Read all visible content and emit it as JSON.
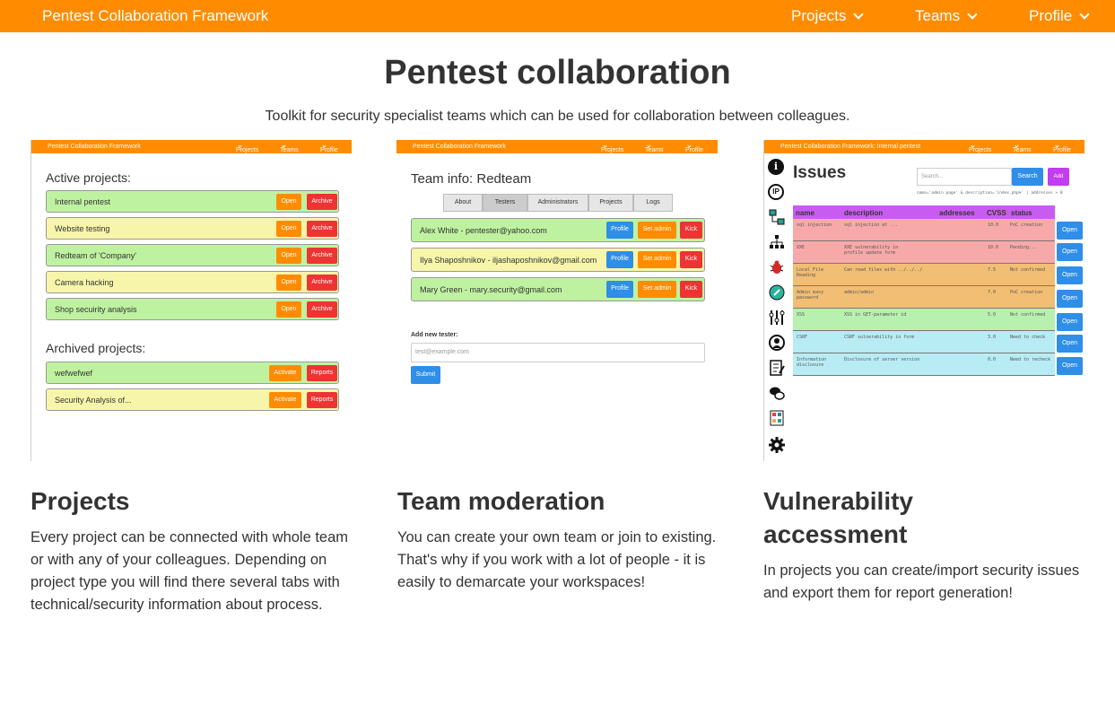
{
  "navbar": {
    "brand": "Pentest Collaboration Framework",
    "items": [
      {
        "label": "Projects"
      },
      {
        "label": "Teams"
      },
      {
        "label": "Profile"
      }
    ]
  },
  "hero": {
    "title": "Pentest collaboration",
    "subtitle": "Toolkit for security specialist teams which can be used for collaboration between colleagues."
  },
  "shot1": {
    "nav_brand": "Pentest Collaboration Framework",
    "nav_items": [
      "Projects",
      "Teams",
      "Profile"
    ],
    "active_title": "Active projects:",
    "active": [
      {
        "name": "Internal pentest",
        "a": "Open",
        "b": "Archive"
      },
      {
        "name": "Website testing",
        "a": "Open",
        "b": "Archive"
      },
      {
        "name": "Redteam of 'Company'",
        "a": "Open",
        "b": "Archive"
      },
      {
        "name": "Camera hacking",
        "a": "Open",
        "b": "Archive"
      },
      {
        "name": "Shop secuirity analysis",
        "a": "Open",
        "b": "Archive"
      }
    ],
    "archived_title": "Archived projects:",
    "archived": [
      {
        "name": "wefwefwef",
        "a": "Activate",
        "b": "Reports"
      },
      {
        "name": "Security Analysis of...",
        "a": "Activate",
        "b": "Reports"
      }
    ]
  },
  "shot2": {
    "nav_brand": "Pentest Collaboration Framework",
    "nav_items": [
      "Projects",
      "Teams",
      "Profile"
    ],
    "title": "Team info: Redteam",
    "tabs": [
      "About",
      "Testers",
      "Administrators",
      "Projects",
      "Logs"
    ],
    "members": [
      {
        "name": "Alex White - pentester@yahoo.com",
        "b1": "Profile",
        "b2": "Set admin",
        "b3": "Kick"
      },
      {
        "name": "Ilya Shaposhnikov - iljashaposhnikov@gmail.com",
        "b1": "Profile",
        "b2": "Set admin",
        "b3": "Kick"
      },
      {
        "name": "Mary Green - mary.security@gmail.com",
        "b1": "Profile",
        "b2": "Set admin",
        "b3": "Kick"
      }
    ],
    "add_label": "Add new tester:",
    "add_placeholder": "test@example.com",
    "submit": "Submit"
  },
  "shot3": {
    "nav_brand": "Pentest Collaboration Framework: Internal pentest",
    "nav_items": [
      "Projects",
      "Teams",
      "Profile"
    ],
    "title": "Issues",
    "search_placeholder": "Search...",
    "search_btn": "Search",
    "add_btn": "Add",
    "query": "name='admin page' & description='index.php%' | addresses > 0",
    "columns": [
      "name",
      "description",
      "addresses",
      "CVSS",
      "status"
    ],
    "rows": [
      {
        "name": "sql injection",
        "desc": "sql injection at ...",
        "cvss": "10.0",
        "status": "PoC creation"
      },
      {
        "name": "XXE",
        "desc": "XXE vulnerability in profile update form",
        "cvss": "10.0",
        "status": "Pending..."
      },
      {
        "name": "Local File Reading",
        "desc": "Can read files with ../../../",
        "cvss": "7.5",
        "status": "Not confirmed"
      },
      {
        "name": "Admin easy password",
        "desc": "admin/admin",
        "cvss": "7.0",
        "status": "PoC creation"
      },
      {
        "name": "XSS",
        "desc": "XSS in GET-parameter id",
        "cvss": "5.0",
        "status": "Not confirmed"
      },
      {
        "name": "CSRF",
        "desc": "CSRF vulnerability in form",
        "cvss": "3.0",
        "status": "Need to check"
      },
      {
        "name": "Information disclosure",
        "desc": "Disclosure of server version",
        "cvss": "0.0",
        "status": "Need to recheck"
      }
    ],
    "open": "Open",
    "sidebar_icons": [
      "info-icon",
      "ip-icon",
      "network-icon",
      "hierarchy-icon",
      "bug-icon",
      "compass-icon",
      "tools-icon",
      "user-icon",
      "notes-icon",
      "chat-icon",
      "report-icon",
      "settings-icon"
    ],
    "ip_text": "IP",
    "info_text": "i"
  },
  "features": [
    {
      "title": "Projects",
      "text": "Every project can be connected with whole team or with any of your colleagues. Depending on project type you will find there several tabs with technical/security information about process."
    },
    {
      "title": "Team moderation",
      "text": "You can create your own team or join to existing. That's why if you work with a lot of people - it is easily to demarcate your workspaces!"
    },
    {
      "title": "Vulnerability accessment",
      "text": "In projects you can create/import security issues and export them for report generation!"
    }
  ],
  "colors": {
    "accent": "#ff8c00",
    "green_row": "#bff2a0",
    "yellow_row": "#f7f5aa",
    "blue_btn": "#2e8ee8",
    "red_btn": "#ee3333"
  }
}
